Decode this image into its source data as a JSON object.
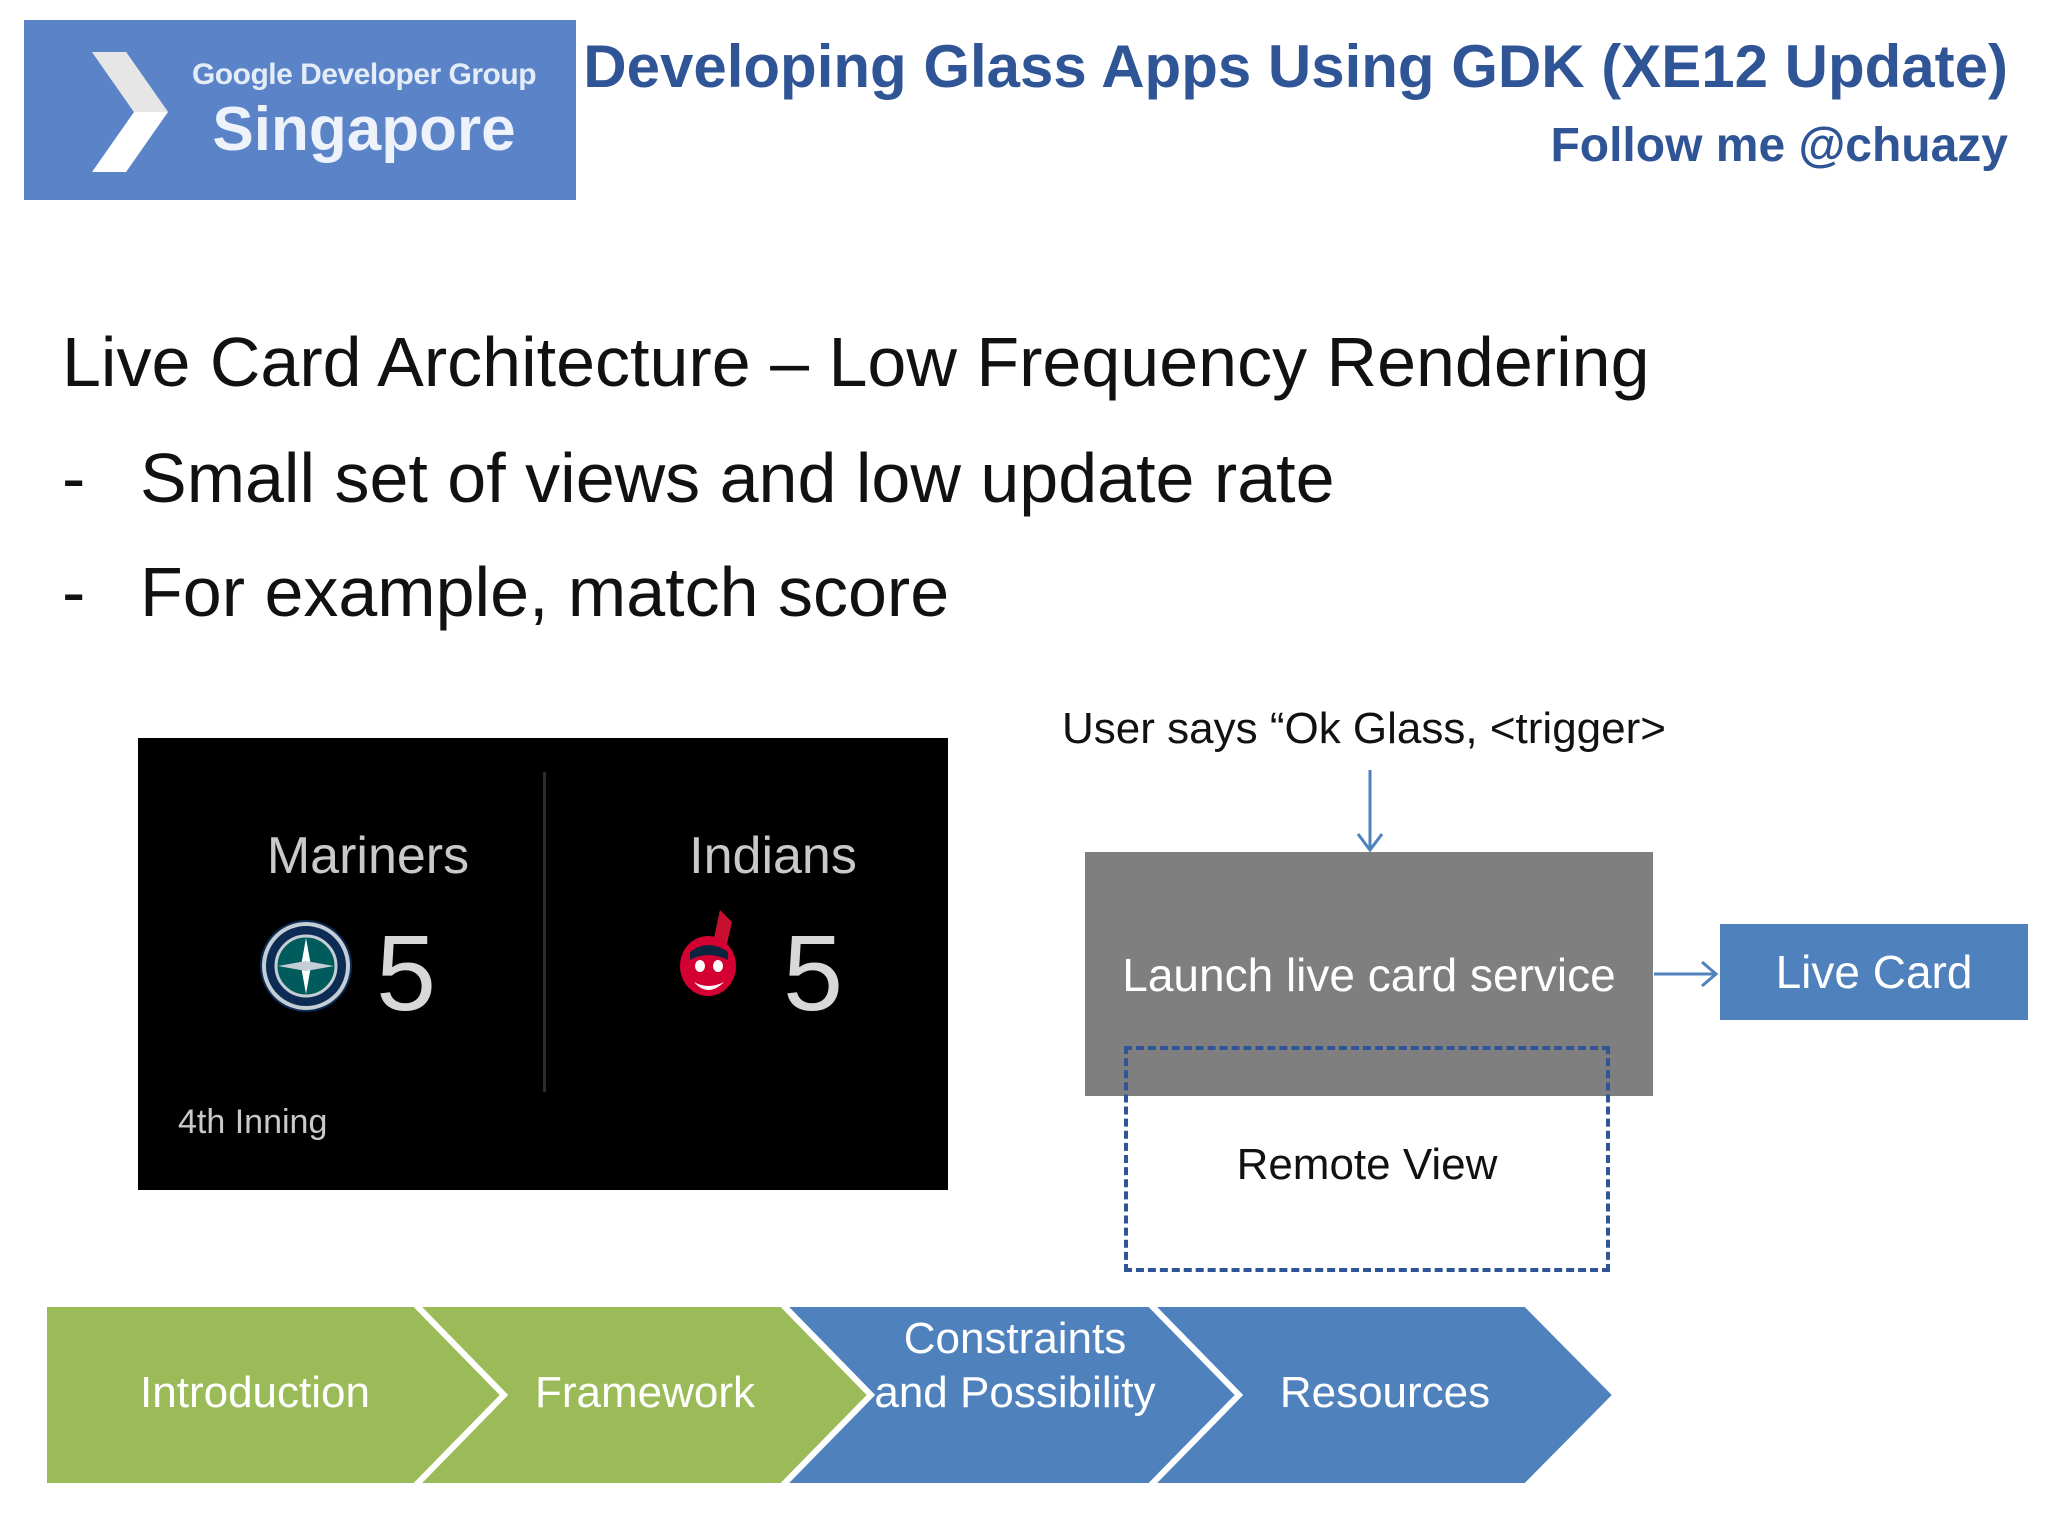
{
  "logo": {
    "line1": "Google Developer Group",
    "line2": "Singapore",
    "icon": "chevron-right-icon",
    "background": "#5b84c8"
  },
  "header": {
    "title": "Developing Glass Apps Using GDK (XE12 Update)",
    "subtitle": "Follow me @chuazy",
    "color": "#2f5597"
  },
  "slide": {
    "title": "Live Card Architecture – Low Frequency Rendering",
    "bullets": [
      {
        "dash": "-",
        "text": "Small set of views and low update rate"
      },
      {
        "dash": "-",
        "text": "For example, match score"
      }
    ]
  },
  "score_card": {
    "team1": {
      "name": "Mariners",
      "score": "5",
      "icon": "mariners-compass-logo"
    },
    "team2": {
      "name": "Indians",
      "score": "5",
      "icon": "indians-chief-logo"
    },
    "inning": "4th Inning"
  },
  "diagram": {
    "trigger": "User says “Ok Glass, <trigger>",
    "service": "Launch live card service",
    "remote_view": "Remote View",
    "live_card": "Live Card",
    "colors": {
      "service": "#7f7f7f",
      "live_card": "#4f81bd",
      "dashed": "#2f5597"
    }
  },
  "nav": {
    "steps": [
      {
        "label": "Introduction",
        "color": "#9bbb59"
      },
      {
        "label": "Framework",
        "color": "#9bbb59"
      },
      {
        "label": "Constraints and Possibility",
        "color": "#4f81bd"
      },
      {
        "label": "Resources",
        "color": "#4f81bd"
      }
    ]
  }
}
